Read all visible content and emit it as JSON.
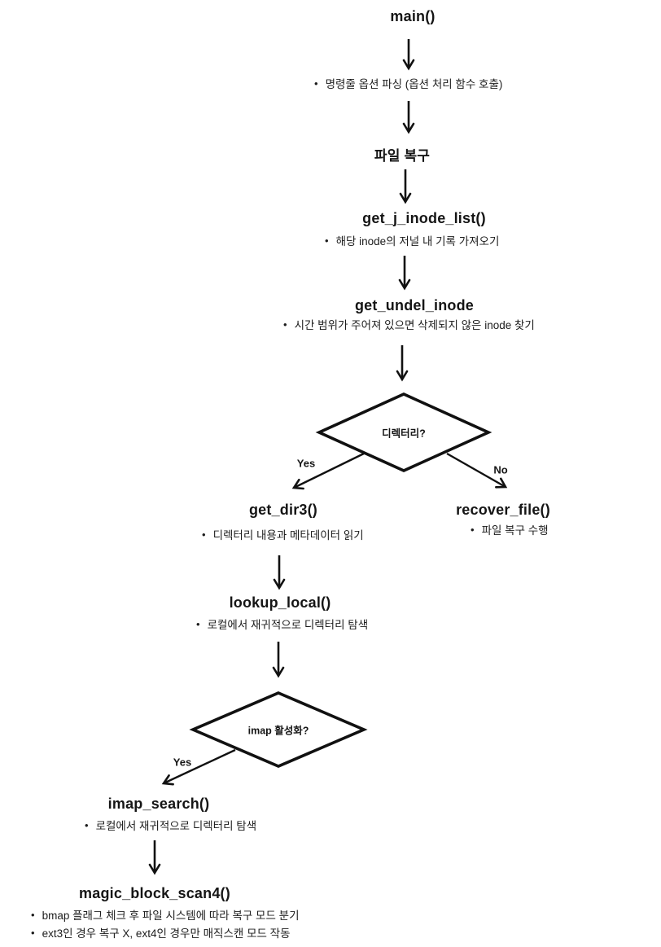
{
  "colors": {
    "background": "#ffffff",
    "text": "#151515",
    "line": "#111111"
  },
  "nodes": {
    "main": "main()",
    "file_recovery": "파일 복구",
    "get_j_inode_list": "get_j_inode_list()",
    "get_undel_inode": "get_undel_inode",
    "get_dir3": "get_dir3()",
    "recover_file": "recover_file()",
    "lookup_local": "lookup_local()",
    "imap_search": "imap_search()",
    "magic_block_scan4": "magic_block_scan4()"
  },
  "decisions": {
    "directory": "디렉터리?",
    "imap": "imap 활성화?"
  },
  "branch_labels": {
    "directory_yes": "Yes",
    "directory_no": "No",
    "imap_yes": "Yes"
  },
  "notes": {
    "main": "명령줄 옵션 파싱 (옵션 처리 함수 호출)",
    "get_j_inode_list": "해당 inode의 저널 내 기록 가져오기",
    "get_undel_inode": "시간 범위가 주어져 있으면 삭제되지 않은 inode 찾기",
    "get_dir3": "디렉터리 내용과 메타데이터 읽기",
    "recover_file": "파일 복구 수행",
    "lookup_local": "로컬에서 재귀적으로 디렉터리 탐색",
    "imap_search": "로컬에서 재귀적으로 디렉터리 탐색",
    "magic_block_scan4_1": "bmap 플래그 체크 후 파일 시스템에 따라 복구 모드 분기",
    "magic_block_scan4_2": "ext3인 경우 복구 X, ext4인 경우만 매직스캔 모드 작동"
  }
}
